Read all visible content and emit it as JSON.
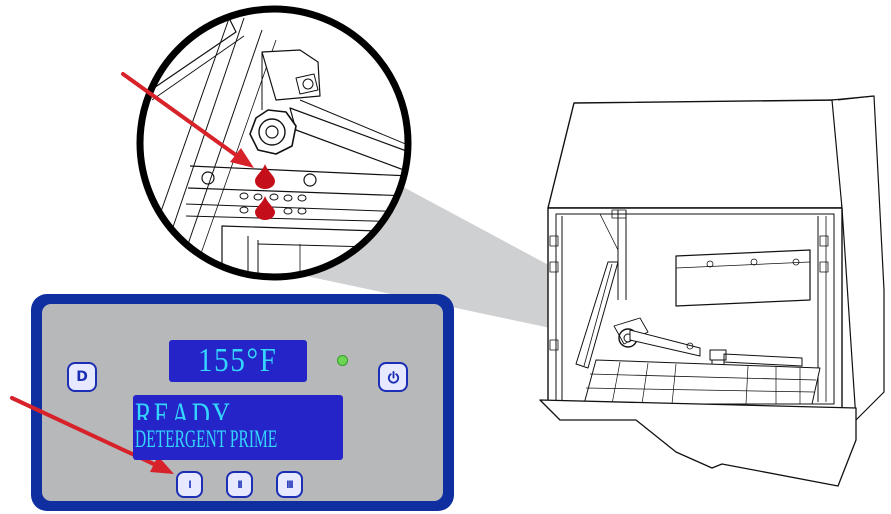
{
  "control_panel": {
    "temperature": "155°F",
    "status": "READY",
    "cycle": "DETERGENT PRIME",
    "buttons": {
      "delime": "D",
      "cycle_1": "I",
      "cycle_2": "II",
      "cycle_3": "III",
      "power_icon": "power-icon"
    },
    "led_color": "#6ad652"
  },
  "colors": {
    "panel_bezel": "#0f2fa0",
    "panel_face": "#b7b8ba",
    "lcd_background": "#2424c8",
    "lcd_text": "#34d6ff",
    "arrow": "#d8222a",
    "drop": "#c40f1a"
  }
}
